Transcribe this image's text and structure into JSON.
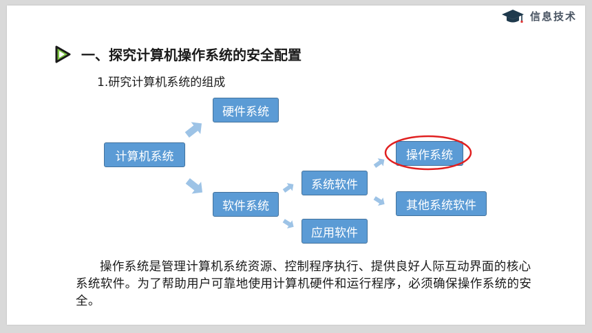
{
  "brand": {
    "text": "信息技术",
    "icon": "graduation-cap-icon"
  },
  "title": {
    "icon": "play-triangle-icon",
    "text": "一、探究计算机操作系统的安全配置"
  },
  "subtitle": "1.研究计算机系统的组成",
  "diagram": {
    "nodes": {
      "computer_system": "计算机系统",
      "hardware_system": "硬件系统",
      "software_system": "软件系统",
      "system_software": "系统软件",
      "application_software": "应用软件",
      "operating_system": "操作系统",
      "other_system_software": "其他系统软件"
    },
    "highlighted_node": "operating_system",
    "colors": {
      "node_fill": "#5b9bd5",
      "node_border": "#41719c",
      "arrow": "#9dc3e6",
      "highlight_ring": "#e02020"
    }
  },
  "paragraph": "操作系统是管理计算机系统资源、控制程序执行、提供良好人际互动界面的核心系统软件。为了帮助用户可靠地使用计算机硬件和运行程序，必须确保操作系统的安全。"
}
